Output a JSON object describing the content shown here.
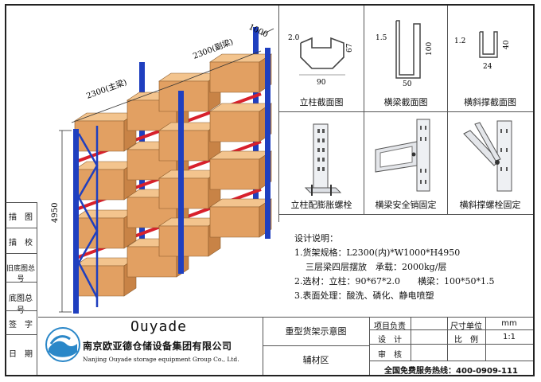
{
  "left_strip": {
    "labels": [
      "描　图",
      "描　校",
      "旧底图总号",
      "底图总号",
      "签　字",
      "日　期"
    ]
  },
  "main_drawing": {
    "dim_main_beam": "2300(主梁)",
    "dim_side_beam": "2300(副梁)",
    "dim_depth": "1000",
    "dim_height": "4950"
  },
  "details": [
    {
      "caption": "立柱截面图",
      "dims": [
        "2.0",
        "67",
        "90"
      ]
    },
    {
      "caption": "横梁截面图",
      "dims": [
        "1.5",
        "100",
        "50"
      ]
    },
    {
      "caption": "横斜撑截面图",
      "dims": [
        "1.2",
        "40",
        "24"
      ]
    },
    {
      "caption": "立柱配膨胀螺栓"
    },
    {
      "caption": "横梁安全销固定"
    },
    {
      "caption": "横斜撑螺栓固定"
    }
  ],
  "design_notes": {
    "title": "设计说明：",
    "lines": [
      "1.货架规格：L2300(内)*W1000*H4950",
      "三层梁四层摆放　承载：2000kg/层",
      "2.选材：立柱：90*67*2.0　　横梁：100*50*1.5",
      "3.表面处理：酸洗、磷化、静电喷塑"
    ]
  },
  "title_block": {
    "brand": "Ouyade",
    "company_cn": "南京欧亚德仓储设备集团有限公司",
    "company_en": "Nanjing Ouyade storage equipment Group Co., Ltd.",
    "drawing_name": "重型货架示意图",
    "material": "辅材区",
    "labels": {
      "project_lead": "项目负责",
      "design": "设　计",
      "review": "审　核",
      "size_unit": "尺寸单位",
      "unit_value": "mm",
      "scale": "比　例",
      "scale_value": "1:1"
    },
    "hotline": "全国免费服务热线：400-0909-111"
  },
  "colors": {
    "upright": "#1f3fbf",
    "beam": "#d8202c",
    "box_top": "#f3c48e",
    "box_front": "#e2a062",
    "box_side": "#c88346"
  }
}
